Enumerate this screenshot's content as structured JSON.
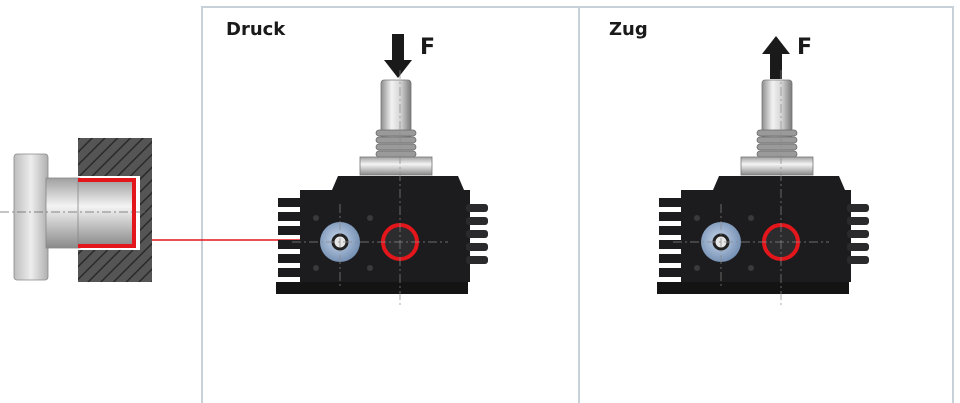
{
  "panels": [
    {
      "title": "Druck",
      "force_label": "F",
      "force_direction": "down"
    },
    {
      "title": "Zug",
      "force_label": "F",
      "force_direction": "up"
    }
  ],
  "colors": {
    "panel_border": "#c7d1da",
    "highlight_red": "#e3161b",
    "sensor_body": "#1c1c1e",
    "bore_blue": "#8fa8c8"
  }
}
